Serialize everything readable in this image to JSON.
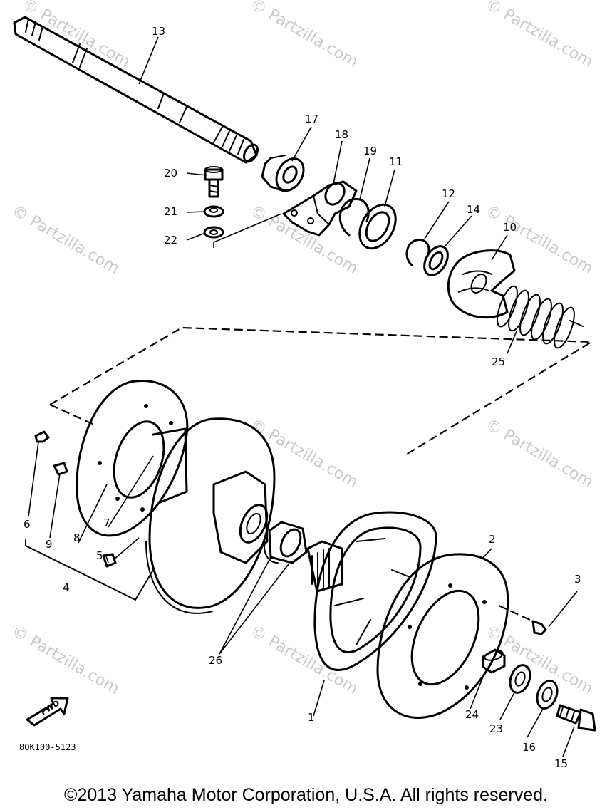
{
  "watermark": "© Partzilla.com",
  "diagram_code": "8OK100-5123",
  "copyright": "©2013  Yamaha Motor Corporation, U.S.A. All rights reserved.",
  "fwd_arrow_label": "FWD",
  "callouts": {
    "c1": "1",
    "c2": "2",
    "c3": "3",
    "c4": "4",
    "c5": "5",
    "c6": "6",
    "c7": "7",
    "c8": "8",
    "c9": "9",
    "c10": "10",
    "c11": "11",
    "c12": "12",
    "c13": "13",
    "c14": "14",
    "c15": "15",
    "c16": "16",
    "c17": "17",
    "c18": "18",
    "c19": "19",
    "c20": "20",
    "c21": "21",
    "c22": "22",
    "c23": "23",
    "c24": "24",
    "c25": "25",
    "c26": "26"
  }
}
